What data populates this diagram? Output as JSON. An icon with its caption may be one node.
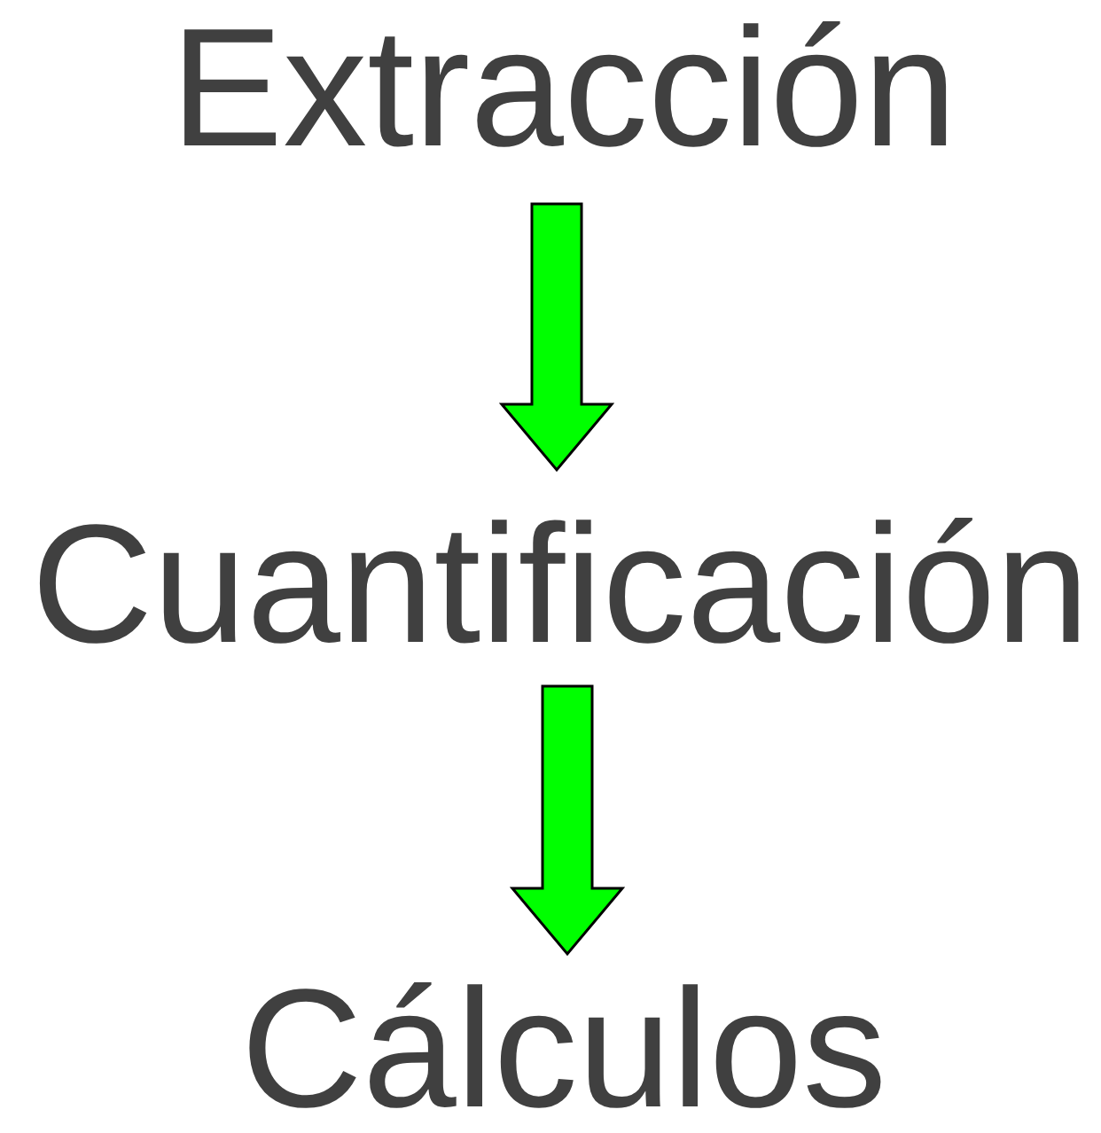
{
  "diagram": {
    "nodes": [
      {
        "text": [
          "Extracción"
        ]
      },
      {
        "text": [
          "Cuantificación"
        ]
      },
      {
        "text": [
          "Cálculos"
        ]
      }
    ],
    "edges": [
      {
        "from": 0,
        "to": 1,
        "arrow": "to"
      },
      {
        "from": 1,
        "to": 2,
        "arrow": "to"
      }
    ]
  }
}
